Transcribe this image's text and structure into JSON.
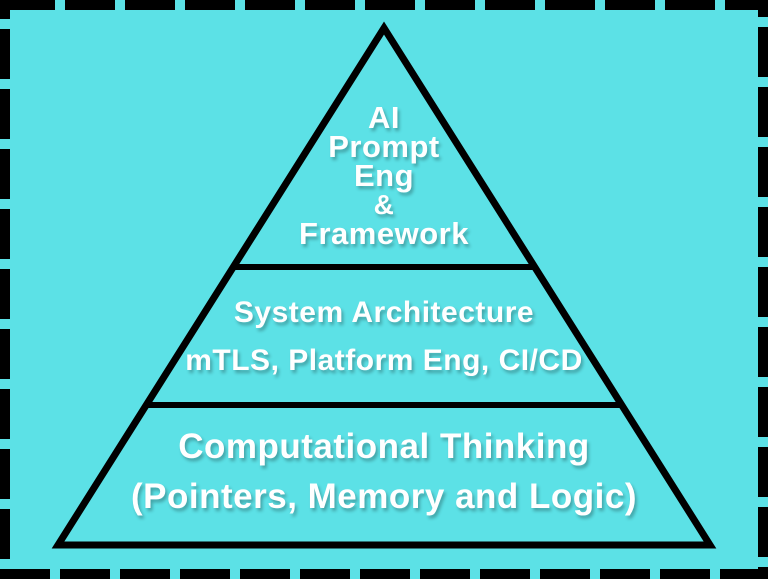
{
  "canvas": {
    "background_color": "#5ce1e6",
    "border_color": "#000000",
    "border_style": "dashed"
  },
  "pyramid": {
    "outline_color": "#000000",
    "text_color": "#ffffff",
    "tiers": [
      {
        "name": "top",
        "lines": [
          "AI",
          "Prompt",
          "Eng",
          "&",
          "Framework"
        ]
      },
      {
        "name": "middle",
        "lines": [
          "System Architecture",
          "mTLS, Platform Eng, CI/CD"
        ]
      },
      {
        "name": "bottom",
        "lines": [
          "Computational Thinking",
          "(Pointers, Memory and Logic)"
        ]
      }
    ]
  }
}
